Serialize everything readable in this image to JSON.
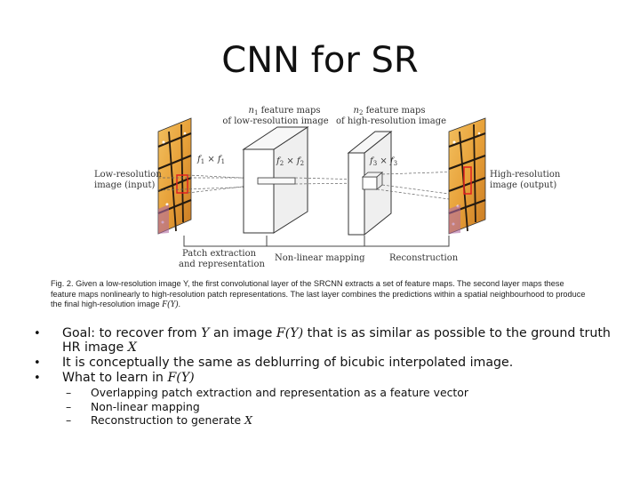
{
  "slide": {
    "title": "CNN for SR"
  },
  "figure": {
    "top_label_1": {
      "math": "n",
      "sub": "1",
      "rest": " feature maps",
      "line2": "of low-resolution image"
    },
    "top_label_2": {
      "math": "n",
      "sub": "2",
      "rest": " feature maps",
      "line2": "of high-resolution image"
    },
    "left_label": {
      "line1": "Low-resolution",
      "line2": "image (input)"
    },
    "right_label": {
      "line1": "High-resolution",
      "line2": "image (output)"
    },
    "filter_1": {
      "a": "f",
      "a_sub": "1",
      "x": " × ",
      "b": "f",
      "b_sub": "1"
    },
    "filter_2": {
      "a": "f",
      "a_sub": "2",
      "x": " × ",
      "b": "f",
      "b_sub": "2"
    },
    "filter_3": {
      "a": "f",
      "a_sub": "3",
      "x": " × ",
      "b": "f",
      "b_sub": "3"
    },
    "stage_1": {
      "line1": "Patch extraction",
      "line2": "and representation"
    },
    "stage_2": "Non-linear mapping",
    "stage_3": "Reconstruction",
    "colors": {
      "wing_orange": "#e8a23a",
      "vein_black": "#241a10",
      "patch_red": "#e02020",
      "box_face": "#ffffff",
      "box_side": "#efefef",
      "arrow_line": "#555555"
    }
  },
  "caption": {
    "line1": "Fig. 2. Given a low-resolution image Y, the first convolutional layer of the SRCNN extracts a set of feature maps. The second layer maps these",
    "line2": "feature maps nonlinearly to high-resolution patch representations. The last layer combines the predictions within a spatial neighbourhood to produce",
    "line3_prefix": "the final high-resolution image ",
    "line3_math": "F(Y)",
    "line3_suffix": "."
  },
  "bullets": [
    {
      "prefix": "Goal: to recover from ",
      "m1": "Y",
      "mid": "  an image ",
      "m2": "F(Y)",
      "rest": "  that is as similar as possible to the ground truth",
      "line2_prefix": "HR image ",
      "line2_math": "X"
    },
    {
      "text": "It is conceptually the same as deblurring of bicubic interpolated image."
    },
    {
      "prefix": "What to learn in  ",
      "math": "F(Y)"
    }
  ],
  "sub_bullets": [
    {
      "text": "Overlapping patch extraction and representation as a feature vector"
    },
    {
      "text": "Non-linear mapping"
    },
    {
      "prefix": "Reconstruction to generate  ",
      "math": "X"
    }
  ]
}
